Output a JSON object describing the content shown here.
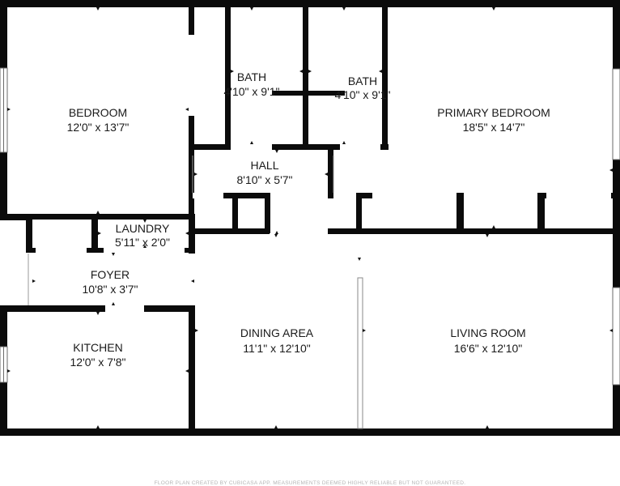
{
  "rooms": {
    "bedroom": {
      "name": "BEDROOM",
      "dims": "12'0\" x 13'7\""
    },
    "bath1": {
      "name": "BATH",
      "dims": "4'10\" x 9'1\""
    },
    "bath2": {
      "name": "BATH",
      "dims": "4'10\" x 9'1\""
    },
    "primary_bedroom": {
      "name": "PRIMARY BEDROOM",
      "dims": "18'5\" x 14'7\""
    },
    "hall": {
      "name": "HALL",
      "dims": "8'10\" x 5'7\""
    },
    "laundry": {
      "name": "LAUNDRY",
      "dims": "5'11\" x 2'0\""
    },
    "foyer": {
      "name": "FOYER",
      "dims": "10'8\" x 3'7\""
    },
    "kitchen": {
      "name": "KITCHEN",
      "dims": "12'0\" x 7'8\""
    },
    "dining_area": {
      "name": "DINING AREA",
      "dims": "11'1\" x 12'10\""
    },
    "living_room": {
      "name": "LIVING ROOM",
      "dims": "16'6\" x 12'10\""
    }
  },
  "footer": "FLOOR PLAN CREATED BY CUBICASA APP. MEASUREMENTS DEEMED HIGHLY RELIABLE BUT NOT GUARANTEED.",
  "colors": {
    "wall": "#0b0b0b",
    "text": "#1a1a1a",
    "footer": "#b5b5b5"
  }
}
